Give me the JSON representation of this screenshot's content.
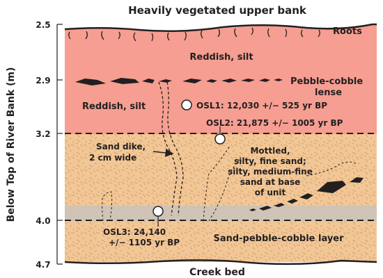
{
  "title": "Heavily vegetated upper bank",
  "bottom_label": "Creek bed",
  "y_axis": {
    "label": "Below Top of River Bank (m)",
    "ticks": [
      "2.5",
      "2.9",
      "3.2",
      "4.0",
      "4.7"
    ]
  },
  "layers": {
    "roots": "Roots",
    "reddish_silt_upper": "Reddish, silt",
    "pebble_lense_line1": "Pebble-cobble",
    "pebble_lense_line2": "lense",
    "reddish_silt_lower": "Reddish, silt",
    "mottled_line1": "Mottled,",
    "mottled_line2": "silty, fine sand;",
    "mottled_line3": "silty, medium-fine",
    "mottled_line4": "sand at base",
    "mottled_line5": "of unit",
    "sand_pebble": "Sand-pebble-cobble layer"
  },
  "sand_dike": {
    "line1": "Sand dike,",
    "line2": "2 cm wide"
  },
  "samples": {
    "osl1": "OSL1: 12,030 +/− 525 yr BP",
    "osl2": "OSL2: 21,875 +/− 1005 yr BP",
    "osl3_line1": "OSL3: 24,140",
    "osl3_line2": "+/− 1105 yr BP"
  },
  "colors": {
    "silt": "#f59e91",
    "sand": "#f3c795",
    "grey_band": "#c9c3bd",
    "ink": "#231f20"
  }
}
